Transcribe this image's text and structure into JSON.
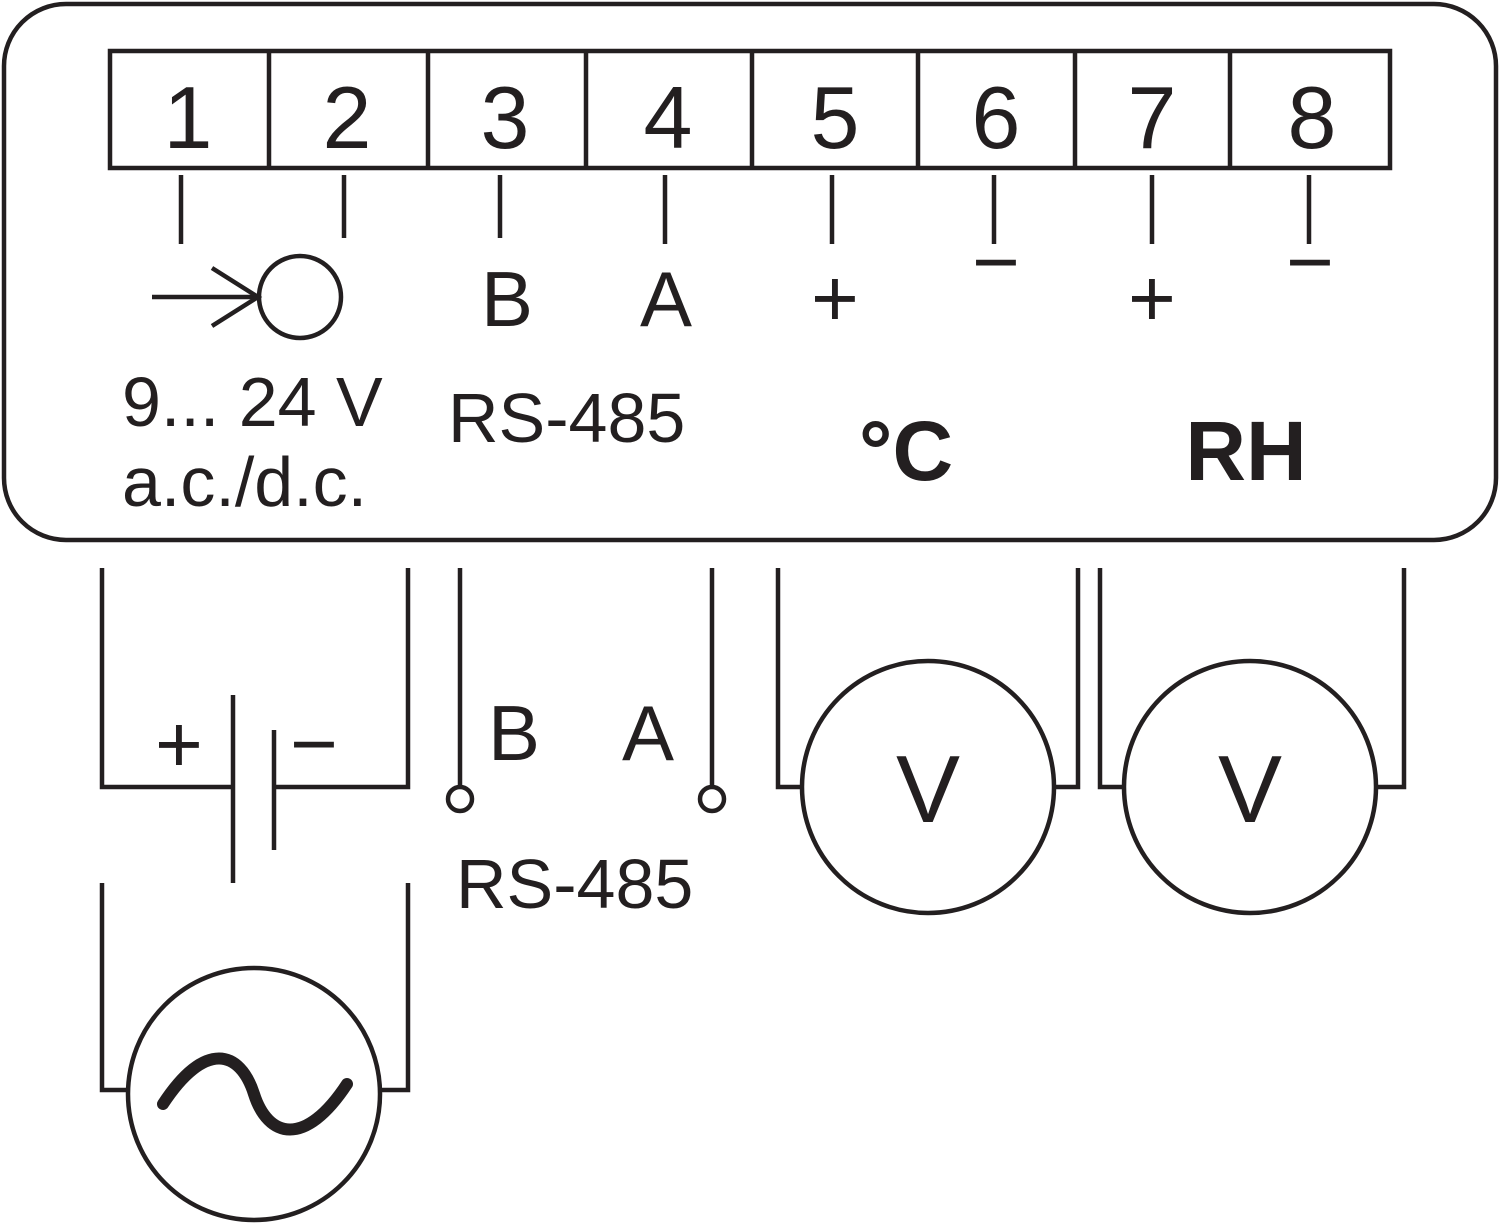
{
  "terminals": [
    {
      "number": "1"
    },
    {
      "number": "2"
    },
    {
      "number": "3"
    },
    {
      "number": "4"
    },
    {
      "number": "5"
    },
    {
      "number": "6"
    },
    {
      "number": "7"
    },
    {
      "number": "8"
    }
  ],
  "device": {
    "signal_b": "B",
    "signal_a": "A",
    "plus_5": "+",
    "minus_6": "−",
    "plus_7": "+",
    "minus_8": "−",
    "supply_line1": "9... 24 V",
    "supply_line2": "a.c./d.c.",
    "rs485_label": "RS-485",
    "temp_label": "°C",
    "rh_label": "RH"
  },
  "external": {
    "battery_plus": "+",
    "battery_minus": "−",
    "bus_b": "B",
    "bus_a": "A",
    "rs485_label": "RS-485",
    "voltmeter_temp": "V",
    "voltmeter_rh": "V"
  },
  "icons": [
    "power-input-icon",
    "battery-icon",
    "ac-source-icon",
    "voltmeter-icon",
    "terminal-dot-icon"
  ]
}
